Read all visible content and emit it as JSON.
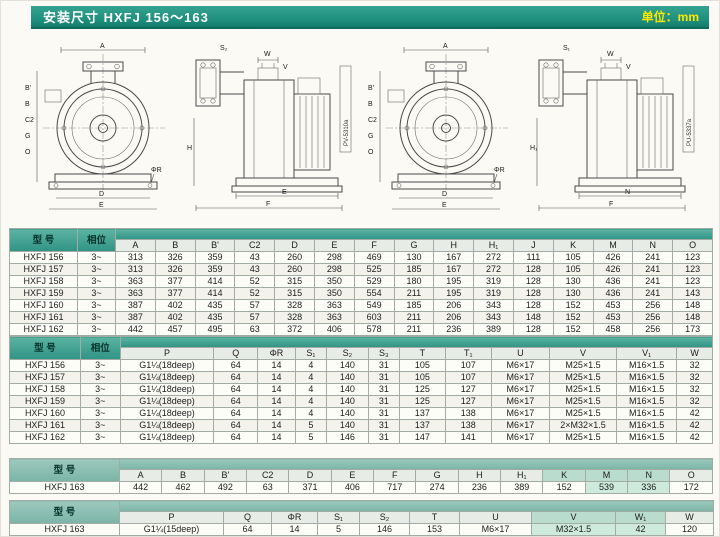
{
  "header": {
    "title": "安装尺寸 HXFJ 156～163",
    "unit_label": "单位：mm"
  },
  "drawings": {
    "view1": {
      "top": "A",
      "left": [
        "B'",
        "B",
        "C2",
        "G",
        "O"
      ],
      "hole": "ΦR",
      "bottom1": "D",
      "bottom2": "E"
    },
    "view2": {
      "top": [
        "S₂",
        "W",
        "V"
      ],
      "side": "H",
      "bottom": [
        "E",
        "F"
      ],
      "stamp": "PV-5310a"
    },
    "view3": {
      "top": "A",
      "left": [
        "B'",
        "B",
        "C2",
        "G",
        "O"
      ],
      "hole": "ΦR",
      "bottom1": "D",
      "bottom2": "E"
    },
    "view4": {
      "top": [
        "S₁",
        "W",
        "V"
      ],
      "side": "H₁",
      "bottom": [
        "N",
        "F"
      ],
      "stamp": "PU-5337a"
    }
  },
  "tables": {
    "t1": {
      "model_header": "型 号",
      "phase_header": "相位",
      "columns": [
        "A",
        "B",
        "B'",
        "C2",
        "D",
        "E",
        "F",
        "G",
        "H",
        "H₁",
        "J",
        "K",
        "M",
        "N",
        "O"
      ],
      "rows": [
        [
          "HXFJ 156",
          "3~",
          "313",
          "326",
          "359",
          "43",
          "260",
          "298",
          "469",
          "130",
          "167",
          "272",
          "111",
          "105",
          "426",
          "241",
          "123"
        ],
        [
          "HXFJ 157",
          "3~",
          "313",
          "326",
          "359",
          "43",
          "260",
          "298",
          "525",
          "185",
          "167",
          "272",
          "128",
          "105",
          "426",
          "241",
          "123"
        ],
        [
          "HXFJ 158",
          "3~",
          "363",
          "377",
          "414",
          "52",
          "315",
          "350",
          "529",
          "180",
          "195",
          "319",
          "128",
          "130",
          "436",
          "241",
          "123"
        ],
        [
          "HXFJ 159",
          "3~",
          "363",
          "377",
          "414",
          "52",
          "315",
          "350",
          "554",
          "211",
          "195",
          "319",
          "128",
          "130",
          "436",
          "241",
          "143"
        ],
        [
          "HXFJ 160",
          "3~",
          "387",
          "402",
          "435",
          "57",
          "328",
          "363",
          "549",
          "185",
          "206",
          "343",
          "128",
          "152",
          "453",
          "256",
          "148"
        ],
        [
          "HXFJ 161",
          "3~",
          "387",
          "402",
          "435",
          "57",
          "328",
          "363",
          "603",
          "211",
          "206",
          "343",
          "148",
          "152",
          "453",
          "256",
          "148"
        ],
        [
          "HXFJ 162",
          "3~",
          "442",
          "457",
          "495",
          "63",
          "372",
          "406",
          "578",
          "211",
          "236",
          "389",
          "128",
          "152",
          "458",
          "256",
          "173"
        ]
      ]
    },
    "t2": {
      "model_header": "型 号",
      "phase_header": "相位",
      "columns": [
        "P",
        "Q",
        "ΦR",
        "S₁",
        "S₂",
        "S₃",
        "T",
        "T₁",
        "U",
        "V",
        "V₁",
        "W"
      ],
      "rows": [
        [
          "HXFJ 156",
          "3~",
          "G1¼(18deep)",
          "64",
          "14",
          "4",
          "140",
          "31",
          "105",
          "107",
          "M6×17",
          "M25×1.5",
          "M16×1.5",
          "32"
        ],
        [
          "HXFJ 157",
          "3~",
          "G1¼(18deep)",
          "64",
          "14",
          "4",
          "140",
          "31",
          "105",
          "107",
          "M6×17",
          "M25×1.5",
          "M16×1.5",
          "32"
        ],
        [
          "HXFJ 158",
          "3~",
          "G1¼(18deep)",
          "64",
          "14",
          "4",
          "140",
          "31",
          "125",
          "127",
          "M6×17",
          "M25×1.5",
          "M16×1.5",
          "32"
        ],
        [
          "HXFJ 159",
          "3~",
          "G1¼(18deep)",
          "64",
          "14",
          "4",
          "140",
          "31",
          "125",
          "127",
          "M6×17",
          "M25×1.5",
          "M16×1.5",
          "32"
        ],
        [
          "HXFJ 160",
          "3~",
          "G1¼(18deep)",
          "64",
          "14",
          "4",
          "140",
          "31",
          "137",
          "138",
          "M6×17",
          "M25×1.5",
          "M16×1.5",
          "42"
        ],
        [
          "HXFJ 161",
          "3~",
          "G1¼(18deep)",
          "64",
          "14",
          "5",
          "140",
          "31",
          "137",
          "138",
          "M6×17",
          "2×M32×1.5",
          "M16×1.5",
          "42"
        ],
        [
          "HXFJ 162",
          "3~",
          "G1¼(18deep)",
          "64",
          "14",
          "5",
          "146",
          "31",
          "147",
          "141",
          "M6×17",
          "M25×1.5",
          "M16×1.5",
          "42"
        ]
      ]
    },
    "t3": {
      "model_header": "型 号",
      "columns": [
        "A",
        "B",
        "B'",
        "C2",
        "D",
        "E",
        "F",
        "G",
        "H",
        "H₁",
        "K",
        "M",
        "N",
        "O"
      ],
      "rows": [
        [
          "HXFJ 163",
          "442",
          "462",
          "492",
          "63",
          "371",
          "406",
          "717",
          "274",
          "236",
          "389",
          "152",
          "539",
          "336",
          "172"
        ]
      ]
    },
    "t4": {
      "model_header": "型 号",
      "columns": [
        "P",
        "Q",
        "ΦR",
        "S₁",
        "S₂",
        "T",
        "U",
        "V",
        "W₁",
        "W"
      ],
      "rows": [
        [
          "HXFJ 163",
          "G1¼(15deep)",
          "64",
          "14",
          "5",
          "146",
          "153",
          "M6×17",
          "M32×1.5",
          "42",
          "120"
        ]
      ]
    }
  }
}
